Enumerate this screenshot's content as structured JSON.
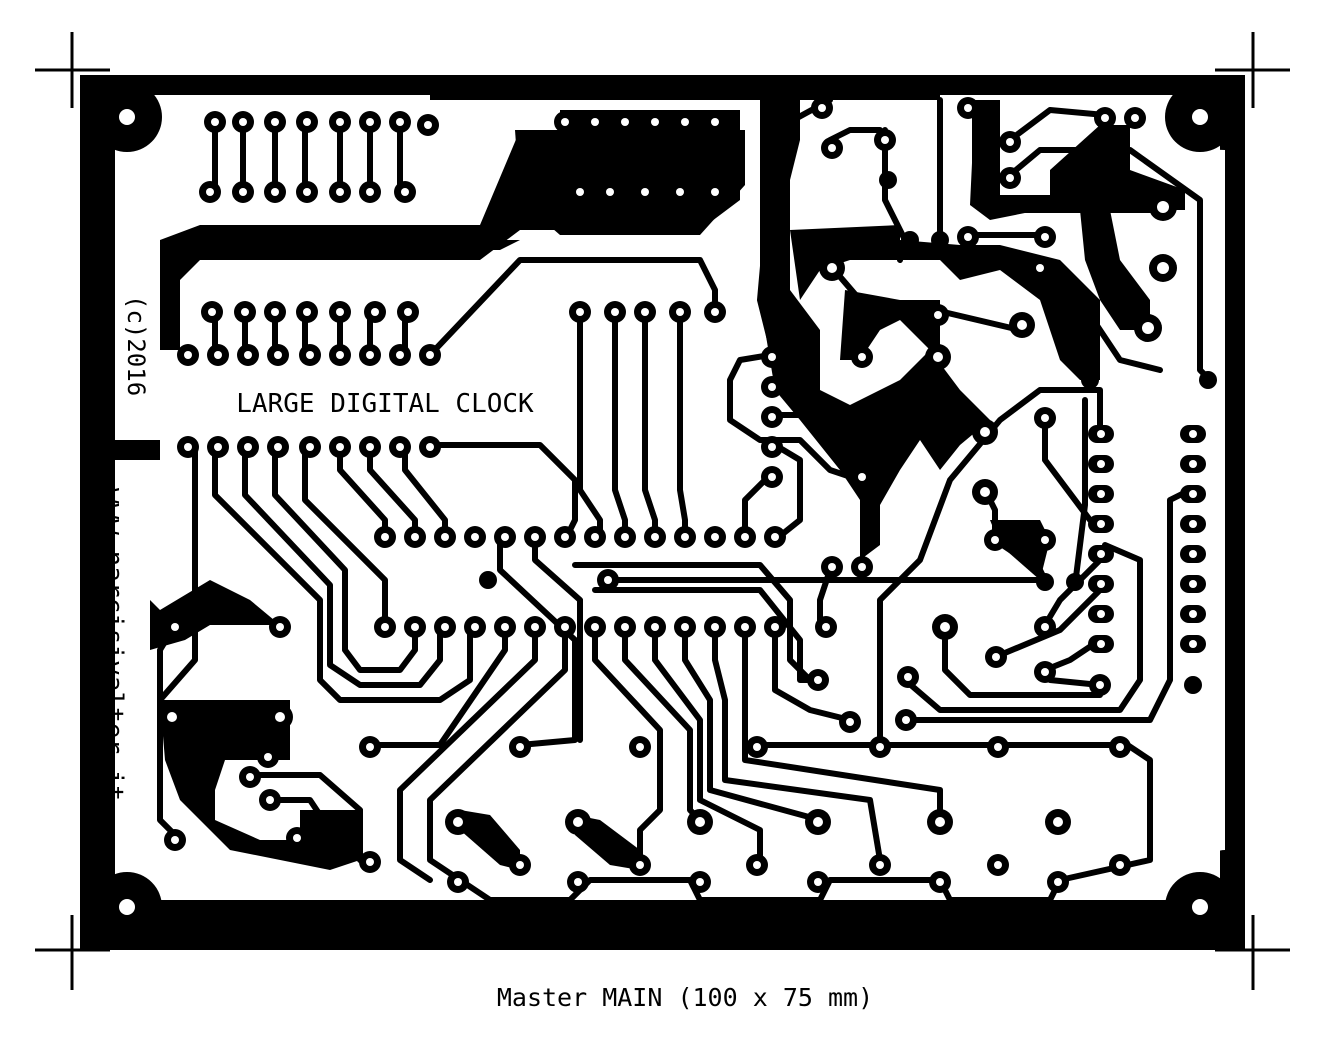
{
  "board": {
    "title_text": "LARGE DIGITAL CLOCK",
    "copyright_text": "(c)2016",
    "website_text": "www.narcisivalter.it",
    "caption_text": "Master MAIN (100 x 75 mm)",
    "colors": {
      "copper": "#000000",
      "substrate": "#ffffff"
    }
  },
  "markers": [
    "crosshair-mark",
    "crosshair-mark",
    "crosshair-mark",
    "crosshair-mark"
  ]
}
